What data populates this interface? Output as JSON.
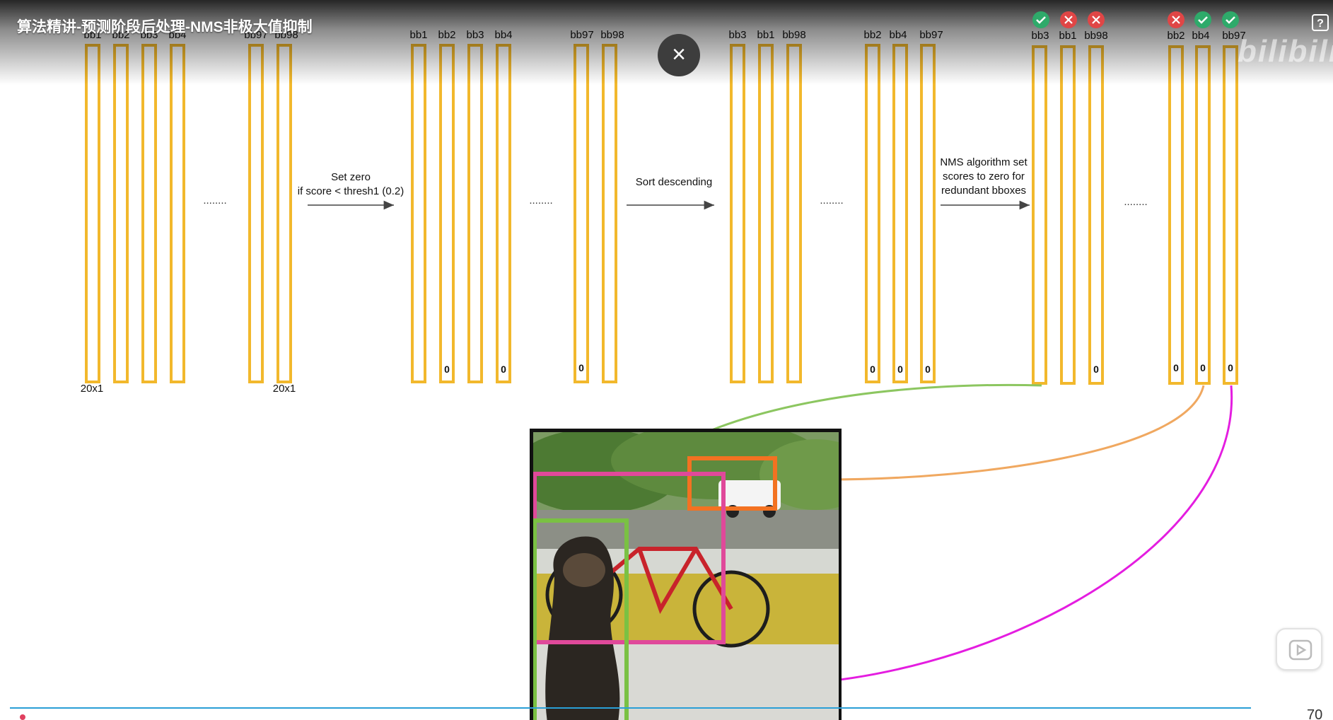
{
  "video": {
    "title": "算法精讲-预测阶段后处理-NMS非极大值抑制",
    "help_label": "?",
    "close_label": "×",
    "watermark": "bilibili",
    "page_number": "70"
  },
  "diagram": {
    "group1": {
      "labels": [
        "bb1",
        "bb2",
        "bb3",
        "bb4",
        "bb97",
        "bb98"
      ],
      "dims": [
        "20x1",
        "20x1"
      ]
    },
    "step1": {
      "line1": "Set zero",
      "line2": "if score < thresh1 (0.2)"
    },
    "group2": {
      "labels": [
        "bb1",
        "bb2",
        "bb3",
        "bb4",
        "bb97",
        "bb98"
      ],
      "zeros": [
        "0",
        "0",
        "0"
      ]
    },
    "step2": {
      "line1": "Sort descending"
    },
    "group3a": {
      "labels": [
        "bb3",
        "bb1",
        "bb98"
      ]
    },
    "group3b": {
      "labels": [
        "bb2",
        "bb4",
        "bb97"
      ],
      "zeros": [
        "0",
        "0",
        "0"
      ]
    },
    "step3": {
      "line1": "NMS algorithm set",
      "line2": "scores to zero for",
      "line3": "redundant bboxes"
    },
    "group4a": {
      "labels": [
        "bb3",
        "bb1",
        "bb98"
      ],
      "status": [
        "keep",
        "remove",
        "remove"
      ],
      "zeros": [
        "0"
      ]
    },
    "group4b": {
      "labels": [
        "bb2",
        "bb4",
        "bb97"
      ],
      "status": [
        "remove",
        "keep",
        "keep"
      ],
      "zeros": [
        "0",
        "0",
        "0"
      ]
    },
    "ellipsis": "........",
    "colors": {
      "bar": "#f2b82c",
      "keep": "#2eaa6a",
      "remove": "#e04646",
      "link_green": "#8cc660",
      "link_orange": "#f0a860",
      "link_magenta": "#e41de0",
      "box_green": "#7ac143",
      "box_orange": "#f37221",
      "box_pink": "#e0499a"
    }
  }
}
